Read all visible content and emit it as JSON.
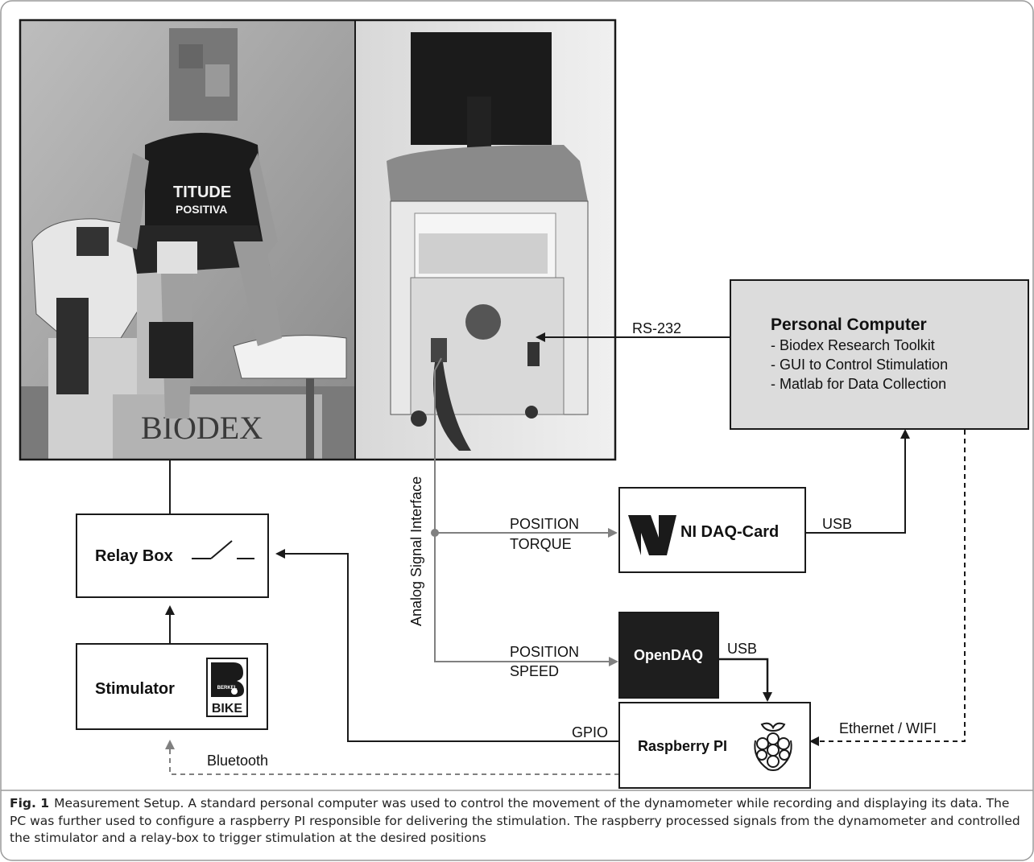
{
  "figure": {
    "personal_computer": {
      "title": "Personal Computer",
      "items": [
        "- Biodex Research Toolkit",
        "- GUI to Control Stimulation",
        "- Matlab for Data Collection"
      ]
    },
    "ni_daq": {
      "label": "NI DAQ-Card"
    },
    "opendaq": {
      "label": "OpenDAQ"
    },
    "raspberry": {
      "label": "Raspberry PI"
    },
    "relay": {
      "label": "Relay Box"
    },
    "stimulator": {
      "label": "Stimulator",
      "logo_text": [
        "BERKEL",
        "BIKE"
      ]
    },
    "connections": {
      "rs232": "RS-232",
      "analog": "Analog Signal Interface",
      "position1": "POSITION",
      "torque": "TORQUE",
      "position2": "POSITION",
      "speed": "SPEED",
      "usb1": "USB",
      "usb2": "USB",
      "gpio": "GPIO",
      "bluetooth": "Bluetooth",
      "ethernet": "Ethernet / WIFI"
    },
    "photo_text": [
      "BIODEX",
      "TITUDE",
      "POSITIVA"
    ]
  },
  "caption": {
    "label": "Fig. 1",
    "text": "Measurement Setup. A standard personal computer was used to control the movement of the dynamometer while recording and displaying its data. The PC was further used to configure a raspberry PI responsible for delivering the stimulation. The raspberry processed signals from the dynamometer and controlled the stimulator and a relay-box to trigger stimulation at the desired positions"
  },
  "colors": {
    "line": "#1a1a1a",
    "gray_line": "#808080",
    "pc_fill": "#dcdcdc",
    "opendaq_fill": "#1e1e1e"
  }
}
